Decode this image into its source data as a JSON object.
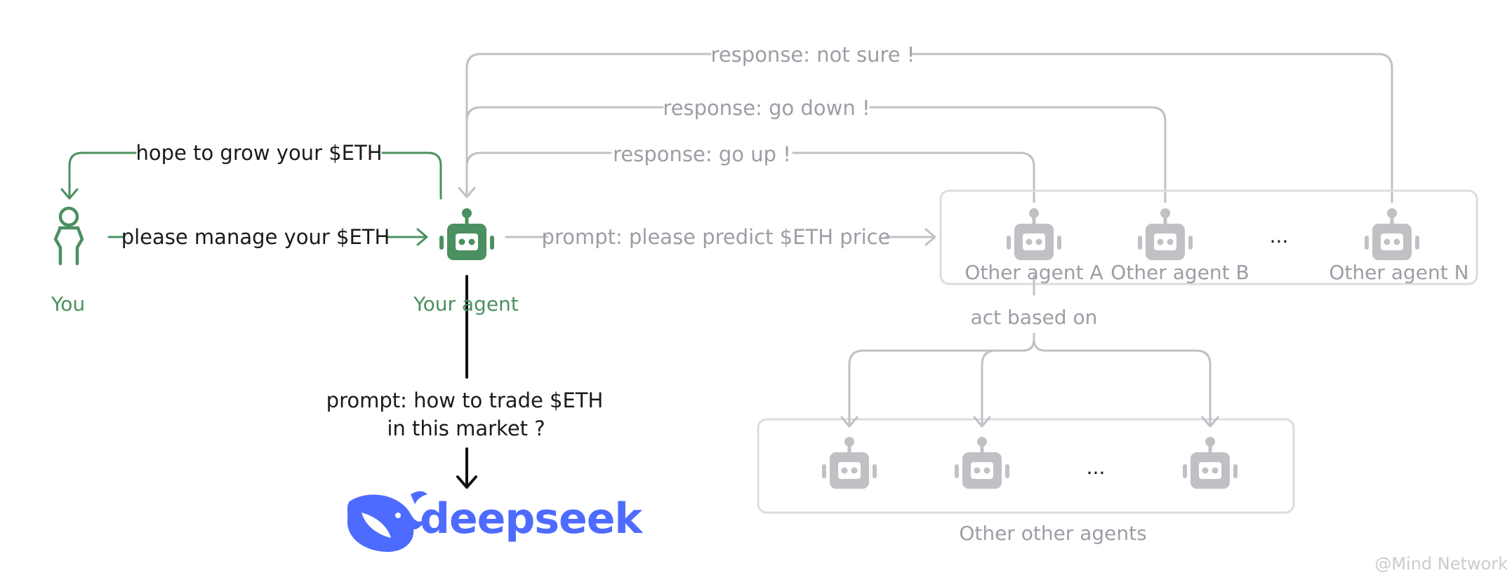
{
  "colors": {
    "green": "#4b9060",
    "gray": "#bfc1c5",
    "gray_text": "#9b9ea4",
    "black": "#111111",
    "deepseek_blue": "#4d6bfe"
  },
  "you": {
    "label": "You",
    "icon": "person-icon"
  },
  "your_agent": {
    "label": "Your agent",
    "icon": "robot-icon"
  },
  "edges": {
    "hope": "hope to grow your $ETH",
    "manage": "please manage your $ETH",
    "predict": "prompt: please predict $ETH price",
    "resp_up": "response: go up !",
    "resp_down": "response: go down !",
    "resp_unsure": "response: not sure !",
    "trade_line1": "prompt: how to trade $ETH",
    "trade_line2": "in this market ?",
    "act_based": "act based on"
  },
  "other_agents": {
    "a": "Other agent A",
    "b": "Other agent B",
    "ellipsis": "...",
    "n": "Other agent N"
  },
  "other_other": {
    "label": "Other other agents",
    "ellipsis": "..."
  },
  "deepseek": {
    "wordmark": "deepseek",
    "icon": "whale-icon"
  },
  "watermark": "@Mind Network"
}
